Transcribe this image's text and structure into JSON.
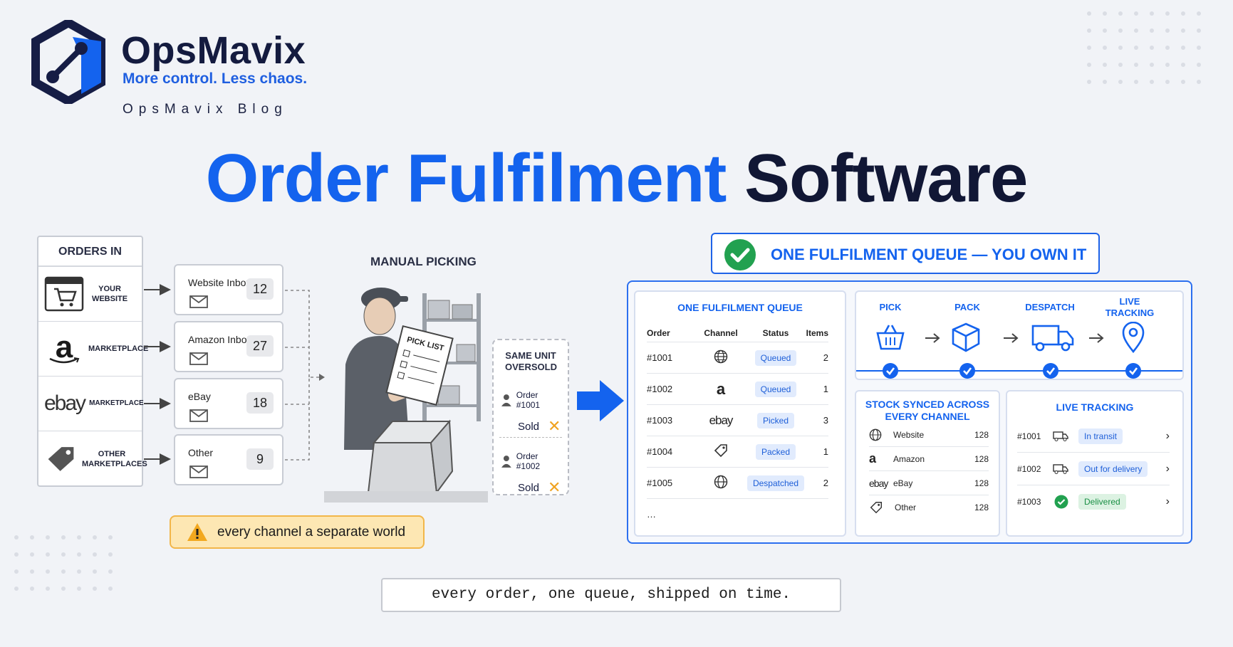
{
  "brand": {
    "name": "OpsMavix",
    "tagline": "More control. Less chaos.",
    "blog": "OpsMavix Blog"
  },
  "title": {
    "part1": "Order Fulfilment",
    "part2": "Software"
  },
  "orders_in": {
    "heading": "ORDERS IN",
    "rows": [
      {
        "label": "YOUR WEBSITE",
        "icon": "shopping-cart-icon"
      },
      {
        "label": "MARKETPLACE",
        "icon": "amazon-logo"
      },
      {
        "label": "MARKETPLACE",
        "logo": "ebay"
      },
      {
        "label": "OTHER MARKETPLACES",
        "icon": "tag-icon"
      }
    ]
  },
  "inboxes": [
    {
      "name": "Website Inbox",
      "count": "12"
    },
    {
      "name": "Amazon Inbox",
      "count": "27"
    },
    {
      "name": "eBay",
      "count": "18"
    },
    {
      "name": "Other",
      "count": "9"
    }
  ],
  "manual": {
    "heading": "MANUAL PICKING",
    "sheet": "PICK LIST"
  },
  "oversold": {
    "heading": "SAME UNIT OVERSOLD",
    "items": [
      {
        "order": "Order #1001",
        "status": "Sold"
      },
      {
        "order": "Order #1002",
        "status": "Sold"
      }
    ]
  },
  "warning": "every channel a separate world",
  "banner": "ONE FULFILMENT QUEUE — YOU OWN IT",
  "queue": {
    "title": "ONE FULFILMENT QUEUE",
    "columns": [
      "Order",
      "Channel",
      "Status",
      "Items"
    ],
    "rows": [
      {
        "order": "#1001",
        "channel": "globe",
        "status": "Queued",
        "items": "2"
      },
      {
        "order": "#1002",
        "channel": "amazon",
        "status": "Queued",
        "items": "1"
      },
      {
        "order": "#1003",
        "channel": "ebay",
        "status": "Picked",
        "items": "3"
      },
      {
        "order": "#1004",
        "channel": "tag",
        "status": "Packed",
        "items": "1"
      },
      {
        "order": "#1005",
        "channel": "globe",
        "status": "Despatched",
        "items": "2"
      }
    ],
    "more": "…"
  },
  "steps": [
    {
      "label": "PICK",
      "icon": "basket-icon"
    },
    {
      "label": "PACK",
      "icon": "box-icon"
    },
    {
      "label": "DESPATCH",
      "icon": "truck-icon"
    },
    {
      "label": "LIVE TRACKING",
      "icon": "location-pin-icon"
    }
  ],
  "stock": {
    "title": "STOCK SYNCED ACROSS EVERY CHANNEL",
    "rows": [
      {
        "name": "Website",
        "qty": "128"
      },
      {
        "name": "Amazon",
        "qty": "128"
      },
      {
        "name": "eBay",
        "qty": "128"
      },
      {
        "name": "Other",
        "qty": "128"
      }
    ]
  },
  "tracking": {
    "title": "LIVE TRACKING",
    "rows": [
      {
        "order": "#1001",
        "status": "In transit"
      },
      {
        "order": "#1002",
        "status": "Out for delivery"
      },
      {
        "order": "#1003",
        "status": "Delivered"
      }
    ]
  },
  "footer": "every order, one queue, shipped on time.",
  "colors": {
    "accent": "#1463ee",
    "dark": "#111735",
    "warning_bg": "#fde7b3",
    "success": "#22a150"
  }
}
